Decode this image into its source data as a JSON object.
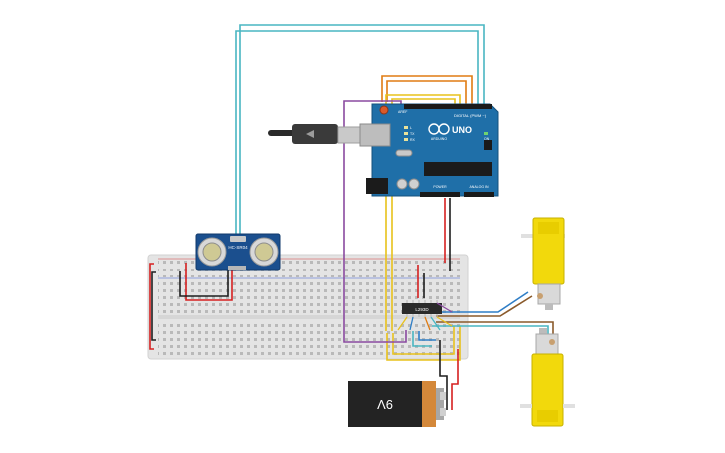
{
  "arduino": {
    "brand": "ARDUINO",
    "model": "UNO",
    "digital_header": "DIGITAL (PWM ~)",
    "power_header": "POWER",
    "analog_header": "ANALOG IN",
    "aref_label": "AREF",
    "tx_label": "TX",
    "rx_label": "RX",
    "l_label": "L",
    "on_label": "ON",
    "board_color": "#1f6fa8"
  },
  "sensor": {
    "model": "HC-SR04",
    "board_color": "#1b4f8e"
  },
  "driver": {
    "chip_label": "L293D"
  },
  "battery": {
    "voltage_label": "9V"
  },
  "colors": {
    "wire_cyan": "#49b6c2",
    "wire_orange": "#e07b12",
    "wire_yellow": "#e8c21c",
    "wire_purple": "#8a4aa0",
    "wire_red": "#d62020",
    "wire_black": "#1e1e1e",
    "wire_blue": "#2f7ec6",
    "wire_brown": "#8a5a2b",
    "motor_yellow": "#f2d90c"
  }
}
